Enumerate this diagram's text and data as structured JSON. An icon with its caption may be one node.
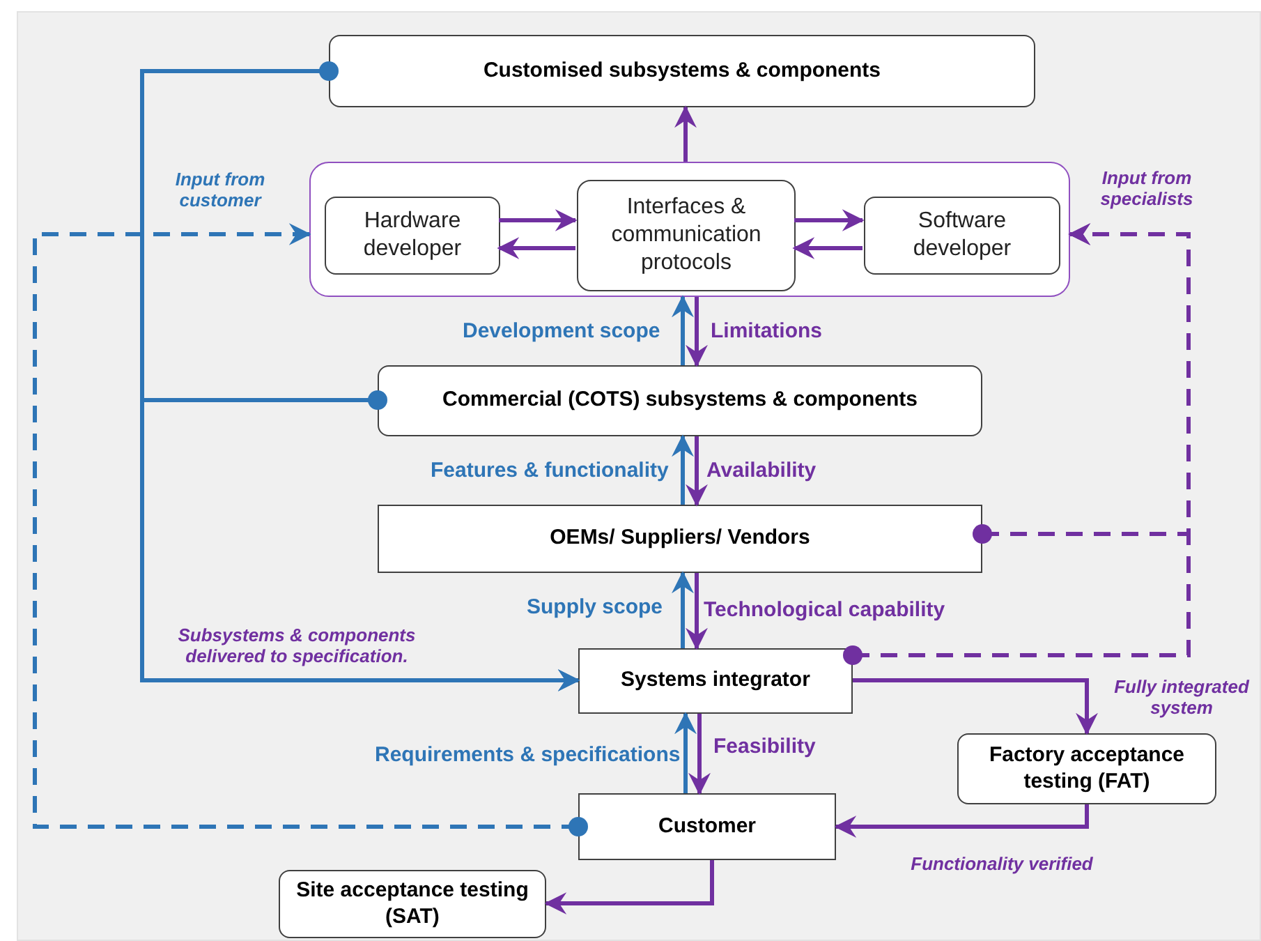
{
  "diagram": {
    "nodes": [
      {
        "text": [
          "Customised subsystems & components"
        ]
      },
      {
        "text": [],
        "shape": "box"
      },
      {
        "text": [
          "Hardware developer"
        ],
        "in": 1
      },
      {
        "text": [
          "Interfaces & communication protocols"
        ],
        "in": 1
      },
      {
        "text": [
          "Software developer"
        ],
        "in": 1
      },
      {
        "text": [
          "Commercial (COTS) subsystems & components"
        ]
      },
      {
        "text": [
          "OEMs/ Suppliers/ Vendors"
        ]
      },
      {
        "text": [
          "Systems integrator"
        ]
      },
      {
        "text": [
          "Factory acceptance testing (FAT)"
        ]
      },
      {
        "text": [
          "Customer"
        ]
      },
      {
        "text": [
          "Site acceptance testing (SAT)"
        ]
      }
    ],
    "edges": [
      {
        "from": 1,
        "to": 0,
        "arrow": "to"
      },
      {
        "from": 2,
        "to": 3,
        "arrow": "to"
      },
      {
        "from": 3,
        "to": 2,
        "arrow": "to"
      },
      {
        "from": 3,
        "to": 4,
        "arrow": "to"
      },
      {
        "from": 4,
        "to": 3,
        "arrow": "to"
      },
      {
        "from": 5,
        "to": 1,
        "arrow": "to",
        "label": "Development scope",
        "color": "#2e75b6"
      },
      {
        "from": 1,
        "to": 5,
        "arrow": "to",
        "label": "Limitations"
      },
      {
        "from": 6,
        "to": 5,
        "arrow": "to",
        "label": "Features & functionality",
        "color": "#2e75b6"
      },
      {
        "from": 5,
        "to": 6,
        "arrow": "to",
        "label": "Availability"
      },
      {
        "from": 7,
        "to": 6,
        "arrow": "to",
        "label": "Supply scope",
        "color": "#2e75b6"
      },
      {
        "from": 6,
        "to": 7,
        "arrow": "to",
        "label": "Technological capability"
      },
      {
        "from": 9,
        "to": 7,
        "arrow": "to",
        "label": "Requirements & specifications",
        "color": "#2e75b6"
      },
      {
        "from": 7,
        "to": 9,
        "arrow": "to",
        "label": "Feasibility"
      },
      {
        "from": 0,
        "to": 7,
        "arrow": "to",
        "label": "Subsystems & components delivered to specification.",
        "color": "#2e75b6"
      },
      {
        "from": 5,
        "to": 7,
        "arrow": "to",
        "color": "#2e75b6"
      },
      {
        "from": 9,
        "to": 1,
        "arrow": "to",
        "label": "Input from customer",
        "style": "dashed",
        "color": "#2e75b6"
      },
      {
        "from": 6,
        "to": 1,
        "arrow": "to",
        "label": "Input from specialists",
        "style": "dashed"
      },
      {
        "from": 7,
        "to": 1,
        "arrow": "to",
        "style": "dashed"
      },
      {
        "from": 7,
        "to": 8,
        "arrow": "to",
        "label": "Fully integrated system"
      },
      {
        "from": 8,
        "to": 9,
        "arrow": "to",
        "label": "Functionality verified"
      },
      {
        "from": 9,
        "to": 10,
        "arrow": "to"
      }
    ]
  }
}
